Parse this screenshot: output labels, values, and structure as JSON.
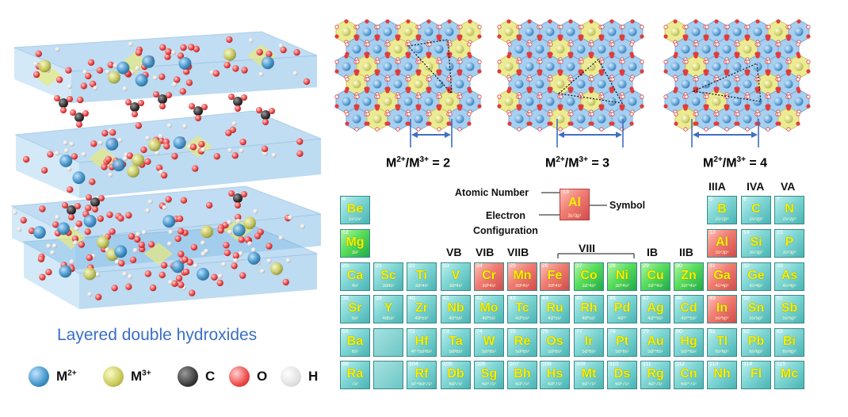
{
  "figure": {
    "left_panel_title": "Layered double hydroxides",
    "legend": [
      {
        "label_base": "M",
        "label_sup": "2+",
        "color": "#3f93c9",
        "icon": "blue-sphere"
      },
      {
        "label_base": "M",
        "label_sup": "3+",
        "color": "#c9c95a",
        "icon": "yellow-sphere"
      },
      {
        "label_base": "C",
        "label_sup": "",
        "color": "#3c3c3c",
        "icon": "dark-sphere"
      },
      {
        "label_base": "O",
        "label_sup": "",
        "color": "#ef4a4a",
        "icon": "red-sphere"
      },
      {
        "label_base": "H",
        "label_sup": "",
        "color": "#d8d8d8",
        "icon": "white-sphere"
      }
    ],
    "ratio_labels": [
      {
        "m2": "M",
        "m2_sup": "2+",
        "m3": "M",
        "m3_sup": "3+",
        "value": "= 2"
      },
      {
        "m2": "M",
        "m2_sup": "2+",
        "m3": "M",
        "m3_sup": "3+",
        "value": "= 3"
      },
      {
        "m2": "M",
        "m2_sup": "2+",
        "m3": "M",
        "m3_sup": "3+",
        "value": "= 4"
      }
    ]
  },
  "key": {
    "atomic_number": "13",
    "symbol": "Al",
    "configuration": "3s²3p¹",
    "labels": {
      "atomic_number": "Atomic Number",
      "symbol": "Symbol",
      "electron": "Electron",
      "configuration": "Configuration"
    }
  },
  "group_labels": {
    "IIIA": "IIIA",
    "IVA": "IVA",
    "VA": "VA",
    "VB": "VB",
    "VIB": "VIB",
    "VIIB": "VIIB",
    "VIII": "VIII",
    "IB": "IB",
    "IIB": "IIB"
  },
  "colors": {
    "teal": "#7fd6d4",
    "green": "#58dd5c",
    "red": "#f07d72",
    "symbol": "#f7f000"
  },
  "periodic_table": [
    {
      "n": "4",
      "s": "Be",
      "c": "1s²2s²",
      "col": 0,
      "row": 0,
      "color": "teal"
    },
    {
      "n": "12",
      "s": "Mg",
      "c": "3s²",
      "col": 0,
      "row": 1,
      "color": "green"
    },
    {
      "n": "5",
      "s": "B",
      "c": "2s²2p¹",
      "col": 11,
      "row": 0,
      "color": "teal"
    },
    {
      "n": "6",
      "s": "C",
      "c": "2s²2p²",
      "col": 12,
      "row": 0,
      "color": "teal"
    },
    {
      "n": "7",
      "s": "N",
      "c": "2s²2p³",
      "col": 13,
      "row": 0,
      "color": "teal"
    },
    {
      "n": "13",
      "s": "Al",
      "c": "3s²3p¹",
      "col": 11,
      "row": 1,
      "color": "red"
    },
    {
      "n": "14",
      "s": "Si",
      "c": "3s²3p²",
      "col": 12,
      "row": 1,
      "color": "teal"
    },
    {
      "n": "15",
      "s": "P",
      "c": "3s²3p³",
      "col": 13,
      "row": 1,
      "color": "teal"
    },
    {
      "n": "20",
      "s": "Ca",
      "c": "4s²",
      "col": 0,
      "row": 2,
      "color": "teal"
    },
    {
      "n": "21",
      "s": "Sc",
      "c": "3d4s²",
      "col": 1,
      "row": 2,
      "color": "teal"
    },
    {
      "n": "22",
      "s": "Ti",
      "c": "3d²4s²",
      "col": 2,
      "row": 2,
      "color": "teal"
    },
    {
      "n": "23",
      "s": "V",
      "c": "3d³4s²",
      "col": 3,
      "row": 2,
      "color": "teal"
    },
    {
      "n": "24",
      "s": "Cr",
      "c": "3d⁵4s¹",
      "col": 4,
      "row": 2,
      "color": "red"
    },
    {
      "n": "25",
      "s": "Mn",
      "c": "3d⁵4s²",
      "col": 5,
      "row": 2,
      "color": "red"
    },
    {
      "n": "26",
      "s": "Fe",
      "c": "3d⁶4s²",
      "col": 6,
      "row": 2,
      "color": "red"
    },
    {
      "n": "27",
      "s": "Co",
      "c": "3d⁷4s²",
      "col": 7,
      "row": 2,
      "color": "green"
    },
    {
      "n": "28",
      "s": "Ni",
      "c": "3d⁸4s²",
      "col": 8,
      "row": 2,
      "color": "green"
    },
    {
      "n": "29",
      "s": "Cu",
      "c": "3d¹⁰4s¹",
      "col": 9,
      "row": 2,
      "color": "green"
    },
    {
      "n": "30",
      "s": "Zn",
      "c": "3d¹⁰4s²",
      "col": 10,
      "row": 2,
      "color": "green"
    },
    {
      "n": "31",
      "s": "Ga",
      "c": "4s²4p¹",
      "col": 11,
      "row": 2,
      "color": "red"
    },
    {
      "n": "32",
      "s": "Ge",
      "c": "4s²4p²",
      "col": 12,
      "row": 2,
      "color": "teal"
    },
    {
      "n": "33",
      "s": "As",
      "c": "4s²4p³",
      "col": 13,
      "row": 2,
      "color": "teal"
    },
    {
      "n": "38",
      "s": "Sr",
      "c": "5s²",
      "col": 0,
      "row": 3,
      "color": "teal"
    },
    {
      "n": "39",
      "s": "Y",
      "c": "4d5s²",
      "col": 1,
      "row": 3,
      "color": "teal"
    },
    {
      "n": "40",
      "s": "Zr",
      "c": "4d²5s²",
      "col": 2,
      "row": 3,
      "color": "teal"
    },
    {
      "n": "41",
      "s": "Nb",
      "c": "4d⁴5s¹",
      "col": 3,
      "row": 3,
      "color": "teal"
    },
    {
      "n": "42",
      "s": "Mo",
      "c": "4d⁵5s¹",
      "col": 4,
      "row": 3,
      "color": "teal"
    },
    {
      "n": "43",
      "s": "Tc",
      "c": "4d⁵5s²",
      "col": 5,
      "row": 3,
      "color": "teal"
    },
    {
      "n": "44",
      "s": "Ru",
      "c": "4d⁷5s¹",
      "col": 6,
      "row": 3,
      "color": "teal"
    },
    {
      "n": "45",
      "s": "Rh",
      "c": "4d⁸5s¹",
      "col": 7,
      "row": 3,
      "color": "teal"
    },
    {
      "n": "46",
      "s": "Pd",
      "c": "4d¹⁰",
      "col": 8,
      "row": 3,
      "color": "teal"
    },
    {
      "n": "47",
      "s": "Ag",
      "c": "4d¹⁰5s¹",
      "col": 9,
      "row": 3,
      "color": "teal"
    },
    {
      "n": "48",
      "s": "Cd",
      "c": "4d¹⁰5s²",
      "col": 10,
      "row": 3,
      "color": "teal"
    },
    {
      "n": "49",
      "s": "In",
      "c": "5s²5p¹",
      "col": 11,
      "row": 3,
      "color": "red"
    },
    {
      "n": "50",
      "s": "Sn",
      "c": "5s²5p²",
      "col": 12,
      "row": 3,
      "color": "teal"
    },
    {
      "n": "51",
      "s": "Sb",
      "c": "5s²5p³",
      "col": 13,
      "row": 3,
      "color": "teal"
    },
    {
      "n": "56",
      "s": "Ba",
      "c": "6s²",
      "col": 0,
      "row": 4,
      "color": "teal"
    },
    {
      "n": "",
      "s": "",
      "c": "",
      "col": 1,
      "row": 4,
      "color": "blank"
    },
    {
      "n": "72",
      "s": "Hf",
      "c": "4f¹⁴5d²6s²",
      "col": 2,
      "row": 4,
      "color": "teal"
    },
    {
      "n": "73",
      "s": "Ta",
      "c": "5d³6s²",
      "col": 3,
      "row": 4,
      "color": "teal"
    },
    {
      "n": "74",
      "s": "W",
      "c": "5d⁴6s²",
      "col": 4,
      "row": 4,
      "color": "teal"
    },
    {
      "n": "75",
      "s": "Re",
      "c": "5d⁵6s²",
      "col": 5,
      "row": 4,
      "color": "teal"
    },
    {
      "n": "76",
      "s": "Os",
      "c": "5d⁶6s²",
      "col": 6,
      "row": 4,
      "color": "teal"
    },
    {
      "n": "77",
      "s": "Ir",
      "c": "5d⁷6s²",
      "col": 7,
      "row": 4,
      "color": "teal"
    },
    {
      "n": "78",
      "s": "Pt",
      "c": "5d⁹6s¹",
      "col": 8,
      "row": 4,
      "color": "teal"
    },
    {
      "n": "79",
      "s": "Au",
      "c": "5d¹⁰6s¹",
      "col": 9,
      "row": 4,
      "color": "teal"
    },
    {
      "n": "80",
      "s": "Hg",
      "c": "5d¹⁰6s²",
      "col": 10,
      "row": 4,
      "color": "teal"
    },
    {
      "n": "81",
      "s": "Tl",
      "c": "6s²6p¹",
      "col": 11,
      "row": 4,
      "color": "teal"
    },
    {
      "n": "82",
      "s": "Pb",
      "c": "6s²6p²",
      "col": 12,
      "row": 4,
      "color": "teal"
    },
    {
      "n": "83",
      "s": "Bi",
      "c": "6s²6p³",
      "col": 13,
      "row": 4,
      "color": "teal"
    },
    {
      "n": "88",
      "s": "Ra",
      "c": "7s²",
      "col": 0,
      "row": 5,
      "color": "teal"
    },
    {
      "n": "",
      "s": "",
      "c": "",
      "col": 1,
      "row": 5,
      "color": "blank"
    },
    {
      "n": "104",
      "s": "Rf",
      "c": "5f¹⁴6d²7s²",
      "col": 2,
      "row": 5,
      "color": "teal"
    },
    {
      "n": "105",
      "s": "Db",
      "c": "6d³7s²",
      "col": 3,
      "row": 5,
      "color": "teal"
    },
    {
      "n": "106",
      "s": "Sg",
      "c": "6d⁴7s²",
      "col": 4,
      "row": 5,
      "color": "teal"
    },
    {
      "n": "107",
      "s": "Bh",
      "c": "6d⁵7s²",
      "col": 5,
      "row": 5,
      "color": "teal"
    },
    {
      "n": "108",
      "s": "Hs",
      "c": "6d⁶7s²",
      "col": 6,
      "row": 5,
      "color": "teal"
    },
    {
      "n": "109",
      "s": "Mt",
      "c": "6d⁷7s²",
      "col": 7,
      "row": 5,
      "color": "teal"
    },
    {
      "n": "110",
      "s": "Ds",
      "c": "6d⁸7s²",
      "col": 8,
      "row": 5,
      "color": "teal"
    },
    {
      "n": "111",
      "s": "Rg",
      "c": "6d⁹7s²",
      "col": 9,
      "row": 5,
      "color": "teal"
    },
    {
      "n": "112",
      "s": "Cn",
      "c": "6d¹⁰7s²",
      "col": 10,
      "row": 5,
      "color": "teal"
    },
    {
      "n": "113",
      "s": "Nh",
      "c": "",
      "col": 11,
      "row": 5,
      "color": "teal"
    },
    {
      "n": "114",
      "s": "Fl",
      "c": "",
      "col": 12,
      "row": 5,
      "color": "teal"
    },
    {
      "n": "115",
      "s": "Mc",
      "c": "",
      "col": 13,
      "row": 5,
      "color": "teal"
    }
  ]
}
